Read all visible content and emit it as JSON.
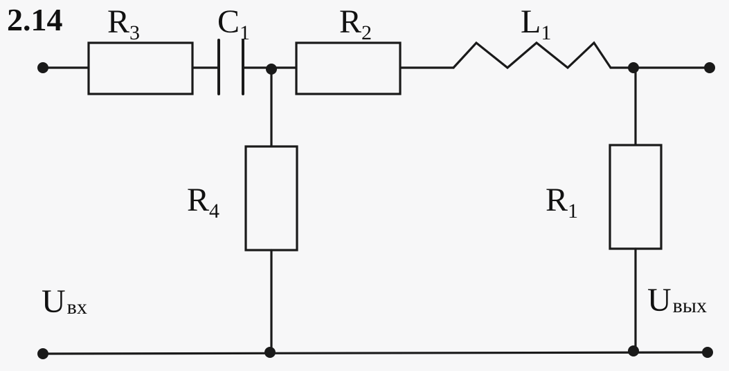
{
  "problem_number": "2.14",
  "components": {
    "r3": {
      "main": "R",
      "sub": "3"
    },
    "c1": {
      "main": "C",
      "sub": "1"
    },
    "r2": {
      "main": "R",
      "sub": "2"
    },
    "l1": {
      "main": "L",
      "sub": "1"
    },
    "r4": {
      "main": "R",
      "sub": "4"
    },
    "r1": {
      "main": "R",
      "sub": "1"
    }
  },
  "ports": {
    "input": {
      "main": "U",
      "sub": "вх"
    },
    "output": {
      "main": "U",
      "sub": "вых"
    }
  }
}
